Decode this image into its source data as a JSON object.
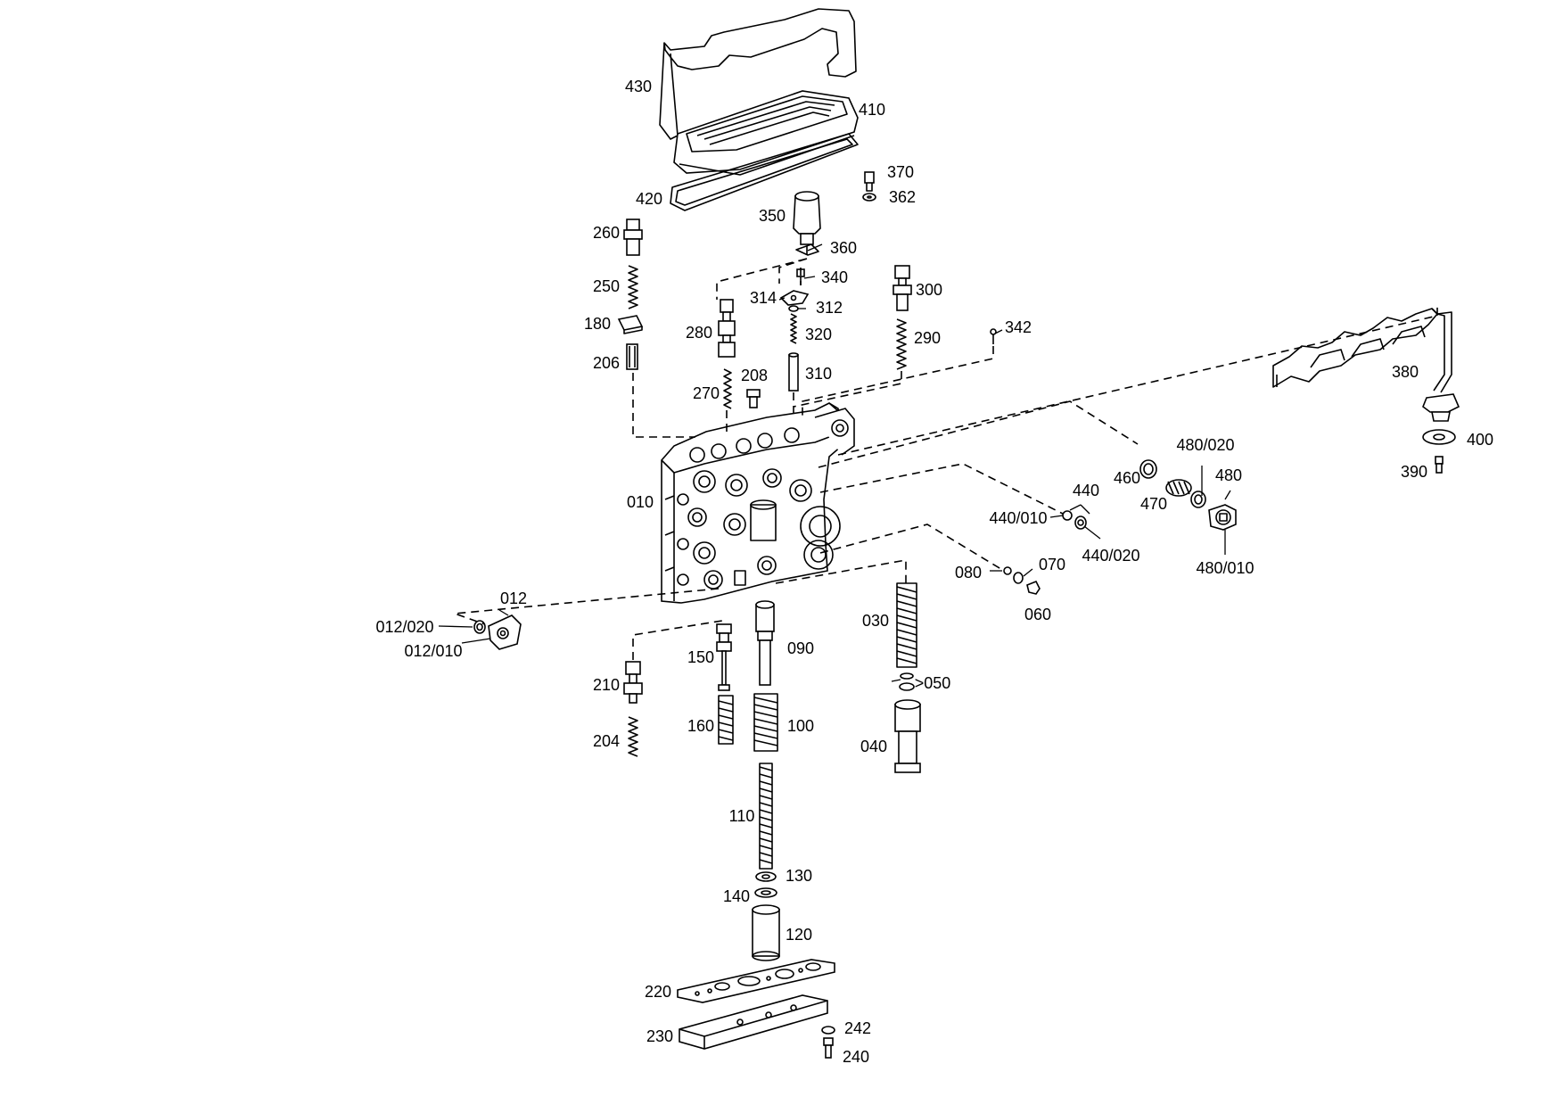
{
  "diagram": {
    "callouts": {
      "p430": "430",
      "p410": "410",
      "p420": "420",
      "p370": "370",
      "p362": "362",
      "p350": "350",
      "p360": "360",
      "p260": "260",
      "p340": "340",
      "p250": "250",
      "p314": "314",
      "p312": "312",
      "p300": "300",
      "p180": "180",
      "p280": "280",
      "p320": "320",
      "p342": "342",
      "p290": "290",
      "p206": "206",
      "p208": "208",
      "p310": "310",
      "p380": "380",
      "p270": "270",
      "p480_020": "480/020",
      "p400": "400",
      "p390": "390",
      "p460": "460",
      "p480": "480",
      "p440": "440",
      "p470": "470",
      "p010": "010",
      "p440_010": "440/010",
      "p440_020": "440/020",
      "p480_010": "480/010",
      "p080": "080",
      "p070": "070",
      "p060": "060",
      "p012": "012",
      "p012_020": "012/020",
      "p012_010": "012/010",
      "p030": "030",
      "p090": "090",
      "p150": "150",
      "p050": ">050",
      "p210": "210",
      "p160": "160",
      "p100": "100",
      "p040": "040",
      "p204": "204",
      "p110": "110",
      "p130": "130",
      "p140": "140",
      "p120": "120",
      "p220": "220",
      "p230": "230",
      "p242": "242",
      "p240": "240"
    }
  }
}
